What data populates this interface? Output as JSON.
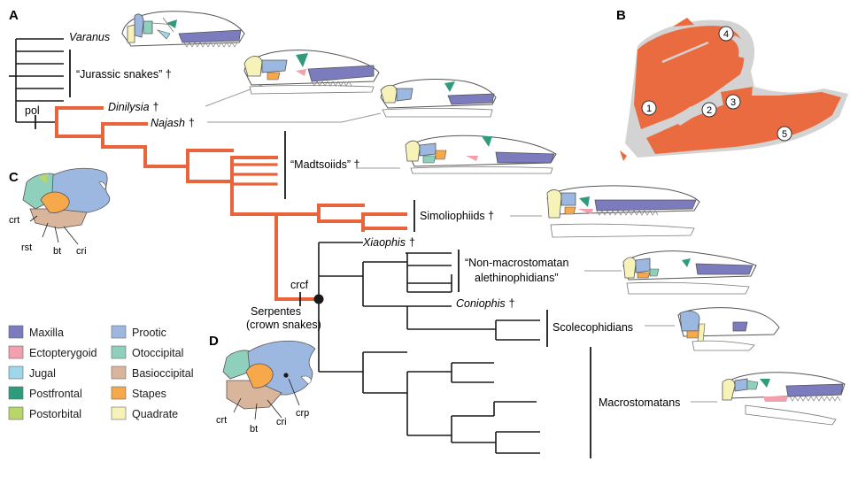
{
  "panels": {
    "a": "A",
    "b": "B",
    "c": "C",
    "d": "D"
  },
  "taxa": {
    "varanus": "Varanus",
    "jurassic": "“Jurassic snakes” †",
    "dinilysia": "Dinilysia",
    "najash": "Najash",
    "dagger": "†",
    "madtsoiids": "“Madtsoiids” †",
    "simoliophiids": "Simoliophiids †",
    "xiophis": "Xiaophis",
    "nonmacro1": "“Non-macrostomatan",
    "nonmacro2": "alethinophidians”",
    "coniophis": "Coniophis",
    "scolecophidians": "Scolecophidians",
    "macrostomatans": "Macrostomatans"
  },
  "nodes": {
    "pol": "pol",
    "crcf": "crcf",
    "serpentes1": "Serpentes",
    "serpentes2": "(crown snakes)"
  },
  "panel_b_numbers": [
    "1",
    "2",
    "3",
    "4",
    "5"
  ],
  "panel_c_labels": {
    "crt": "crt",
    "rst": "rst",
    "bt": "bt",
    "cri": "cri"
  },
  "panel_d_labels": {
    "crt": "crt",
    "bt": "bt",
    "cri": "cri",
    "crp": "crp"
  },
  "legend": [
    {
      "label": "Maxilla",
      "color": "#7b7bbd"
    },
    {
      "label": "Prootic",
      "color": "#9db8e0"
    },
    {
      "label": "Ectopterygoid",
      "color": "#f2a0ad"
    },
    {
      "label": "Otoccipital",
      "color": "#8fd0bc"
    },
    {
      "label": "Jugal",
      "color": "#9ed6ea"
    },
    {
      "label": "Basioccipital",
      "color": "#d9b59c"
    },
    {
      "label": "Postfrontal",
      "color": "#2e9b7c"
    },
    {
      "label": "Stapes",
      "color": "#f6a84b"
    },
    {
      "label": "Postorbital",
      "color": "#b8d66a"
    },
    {
      "label": "Quadrate",
      "color": "#f7f2b8"
    }
  ],
  "colors": {
    "stem_branch": "#e8643a",
    "crown_branch": "#1a1a1a",
    "fossil_orange": "#ea6b3f",
    "matrix_gray": "#d3d3d3"
  }
}
